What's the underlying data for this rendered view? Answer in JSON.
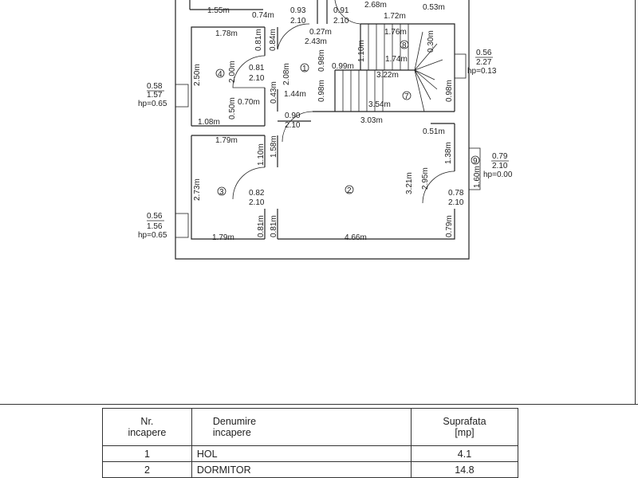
{
  "plan": {
    "dimensions": [
      "1.55m",
      "0.74m",
      "0.93",
      "2.10",
      "0.91",
      "2.10",
      "2.68m",
      "0.53m",
      "1.72m",
      "0.27m",
      "2.43m",
      "1.78m",
      "0.81m",
      "0.84m",
      "1.76m",
      "0.30m",
      "2.50m",
      "0.81",
      "2.10",
      "2.08m",
      "1.10m",
      "1.74m",
      "0.99m",
      "2.00m",
      "3.22m",
      "0.98m",
      "0.98m",
      "0.43m",
      "0.70m",
      "1.44m",
      "0.98m",
      "3.54m",
      "0.50m",
      "1.08m",
      "0.90",
      "2.10",
      "3.03m",
      "0.51m",
      "1.79m",
      "1.10m",
      "1.58m",
      "1.38m",
      "2.73m",
      "3.21m",
      "2.95m",
      "1.60m",
      "0.82",
      "2.10",
      "0.78",
      "2.10",
      "0.81m",
      "0.81m",
      "0.79m",
      "1.79m",
      "4.66m"
    ],
    "windows": [
      {
        "w": "0.58",
        "h": "1.57",
        "hp": "hp=0.65"
      },
      {
        "w": "0.56",
        "h": "1.56",
        "hp": "hp=0.65"
      },
      {
        "w": "0.56",
        "h": "2.27",
        "hp": "hp=0.13"
      },
      {
        "w": "0.79",
        "h": "2.10",
        "hp": "hp=0.00"
      }
    ],
    "room_numbers": [
      "1",
      "2",
      "3",
      "4",
      "7",
      "8",
      "9"
    ]
  },
  "table": {
    "headers": [
      "Nr.\nincapere",
      "Denumire\nincapere",
      "Suprafata\n[mp]"
    ],
    "rows": [
      {
        "nr": "1",
        "name": "HOL",
        "area": "4.1"
      },
      {
        "nr": "2",
        "name": "DORMITOR",
        "area": "14.8"
      }
    ]
  }
}
